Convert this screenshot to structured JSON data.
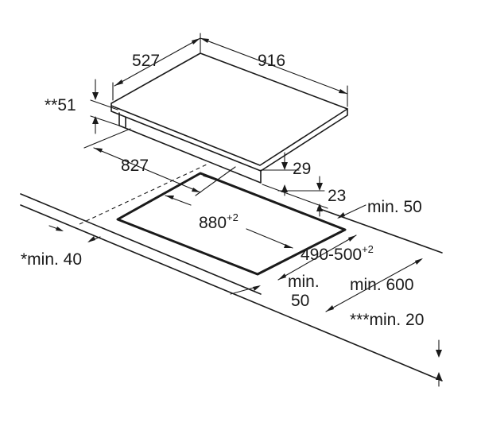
{
  "dimensions": {
    "hob_depth": "527",
    "hob_width": "916",
    "edge_offset": "**51",
    "frame_width": "827",
    "hob_height": "29",
    "frame_height": "23",
    "cutout_width": "880",
    "cutout_width_tolerance": "+2",
    "cutout_depth": "490-500",
    "cutout_depth_tolerance": "+2",
    "min_back": "min. 50",
    "min_front_left": "*min. 40",
    "min_side_line1": "min.",
    "min_side_line2": "50",
    "min_600": "min. 600",
    "min_worktop": "***min. 20"
  }
}
